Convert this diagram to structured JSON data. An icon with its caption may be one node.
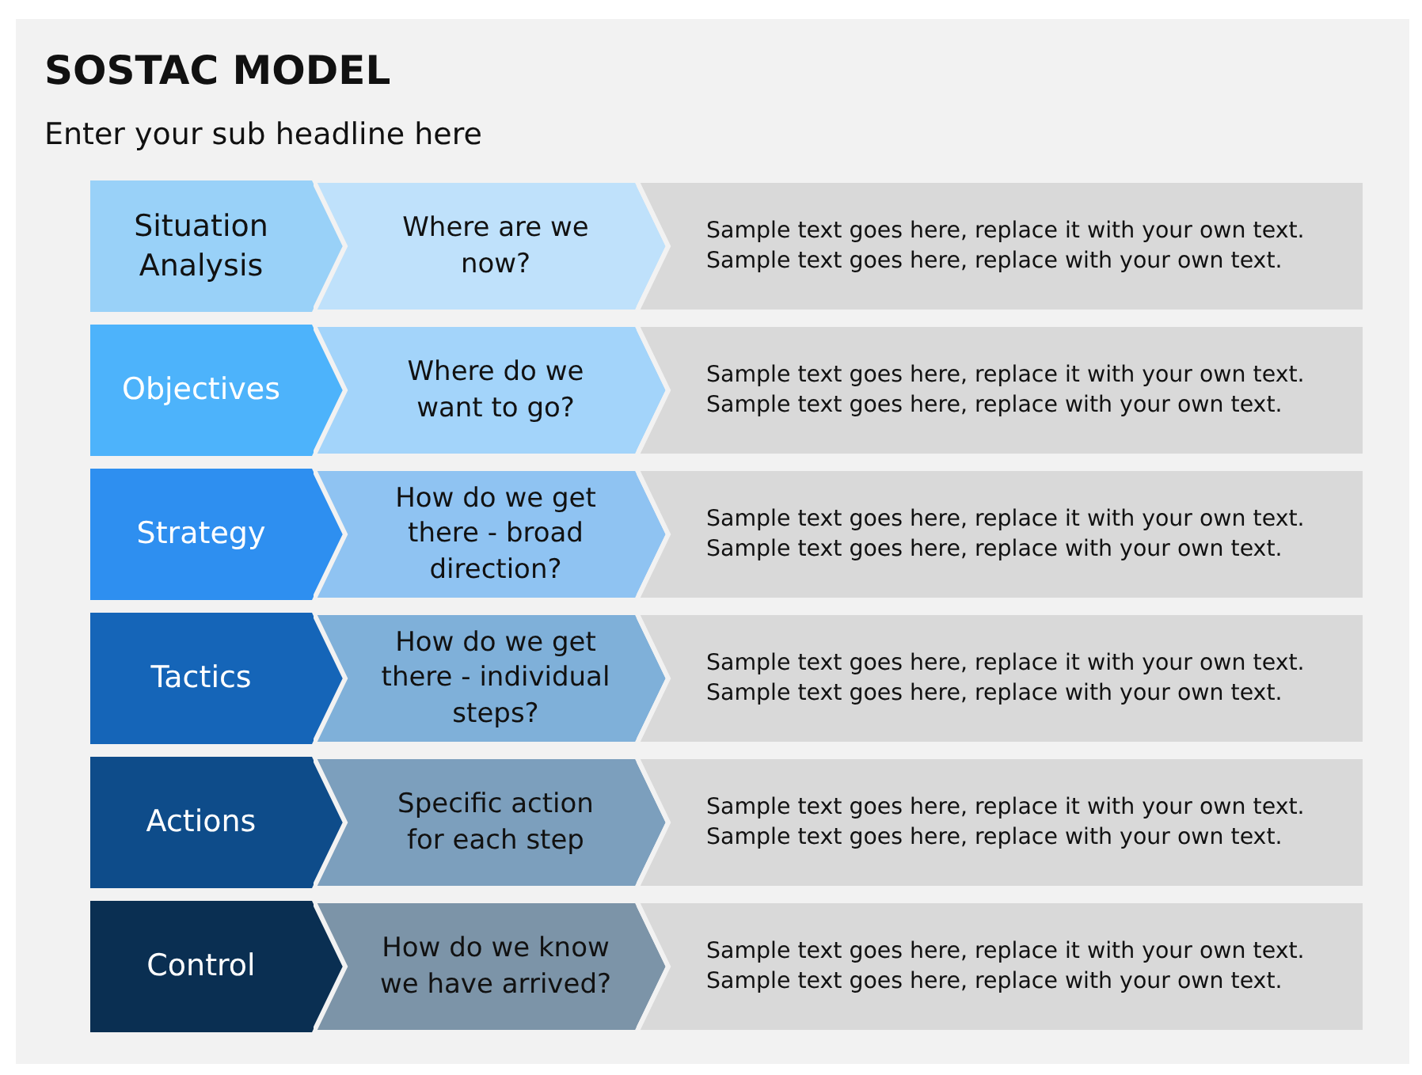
{
  "diagram": {
    "title": "SOSTAC MODEL",
    "nodes": [
      {
        "text": [
          "Situation Analysis"
        ]
      },
      {
        "text": [
          "Where are we now?"
        ]
      },
      {
        "text": [
          "Sample text goes here, replace it with your own text.",
          "Sample text goes here, replace with your own text."
        ]
      },
      {
        "text": [
          "Objectives"
        ]
      },
      {
        "text": [
          "Where do we want to go?"
        ]
      },
      {
        "text": [
          "Sample text goes here, replace it with your own text.",
          "Sample text goes here, replace with your own text."
        ]
      },
      {
        "text": [
          "Strategy"
        ]
      },
      {
        "text": [
          "How do we get there - broad direction?"
        ]
      },
      {
        "text": [
          "Sample text goes here, replace it with your own text.",
          "Sample text goes here, replace with your own text."
        ]
      },
      {
        "text": [
          "Tactics"
        ]
      },
      {
        "text": [
          "How do we get there - individual steps?"
        ]
      },
      {
        "text": [
          "Sample text goes here, replace it with your own text.",
          "Sample text goes here, replace with your own text."
        ]
      },
      {
        "text": [
          "Actions"
        ]
      },
      {
        "text": [
          "Specific action for each step"
        ]
      },
      {
        "text": [
          "Sample text goes here, replace it with your own text.",
          "Sample text goes here, replace with your own text."
        ]
      },
      {
        "text": [
          "Control"
        ]
      },
      {
        "text": [
          "How do we know we have arrived?"
        ]
      },
      {
        "text": [
          "Sample text goes here, replace it with your own text.",
          "Sample text goes here, replace with your own text."
        ]
      }
    ],
    "labels": [
      "Enter your sub headline here"
    ]
  }
}
